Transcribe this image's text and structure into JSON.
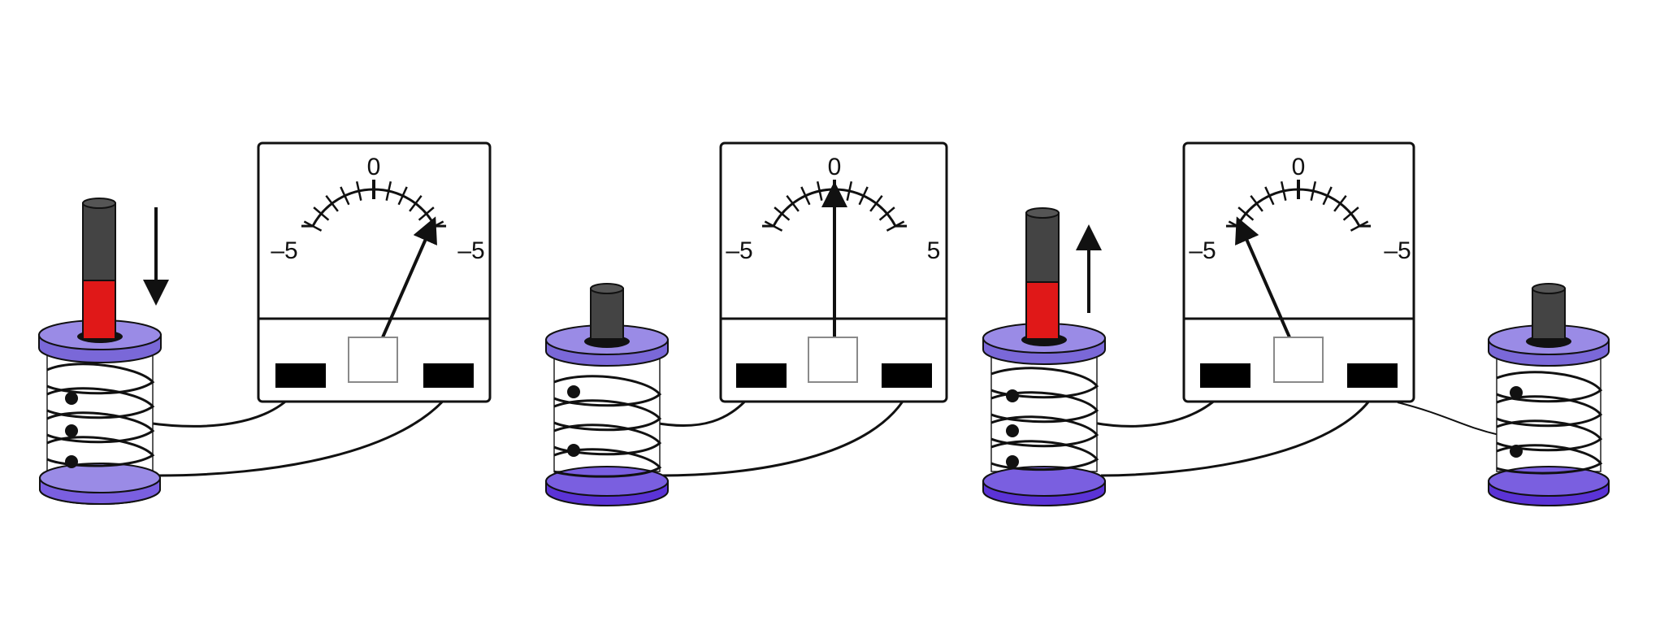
{
  "colors": {
    "background": "#ffffff",
    "outline": "#111111",
    "flange_light": "#9a8be6",
    "flange_dark": "#5b33d6",
    "magnet_red": "#e01818",
    "magnet_gray": "#444444",
    "terminal": "#000000",
    "hinge_box": "#8a8a8a"
  },
  "galvanometers": [
    {
      "zero_label": "0",
      "left_label": "–5",
      "right_label": "–5",
      "reading": 5
    },
    {
      "zero_label": "0",
      "left_label": "–5",
      "right_label": "5",
      "reading": 0
    },
    {
      "zero_label": "0",
      "left_label": "–5",
      "right_label": "–5",
      "reading": -5
    }
  ],
  "setups": [
    {
      "magnet": "red-tipped",
      "motion": "down",
      "arrow_icon": "down-arrow-icon"
    },
    {
      "magnet": "gray-stub",
      "motion": "none"
    },
    {
      "magnet": "red-tipped",
      "motion": "up",
      "arrow_icon": "up-arrow-icon"
    },
    {
      "magnet": "gray-stub",
      "motion": "none"
    }
  ]
}
